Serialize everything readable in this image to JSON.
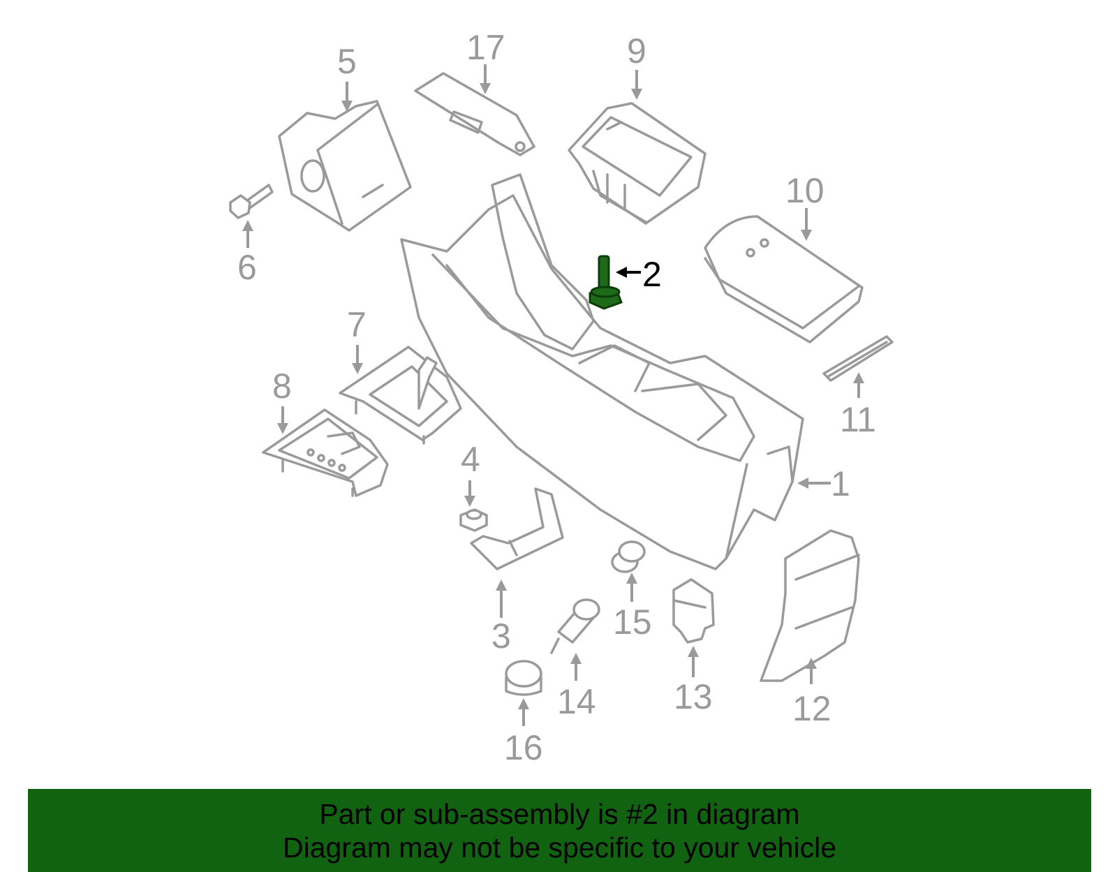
{
  "highlighted_part": "2",
  "callouts": [
    "1",
    "2",
    "3",
    "4",
    "5",
    "6",
    "7",
    "8",
    "9",
    "10",
    "11",
    "12",
    "13",
    "14",
    "15",
    "16",
    "17"
  ],
  "banner": {
    "line1": "Part or sub-assembly is #2 in diagram",
    "line2": "Diagram may not be specific to your vehicle"
  },
  "colors": {
    "line_art": "#9a9a9a",
    "highlight_part": "#1f6a1a",
    "banner_background": "#116211",
    "highlight_callout": "#000000"
  }
}
